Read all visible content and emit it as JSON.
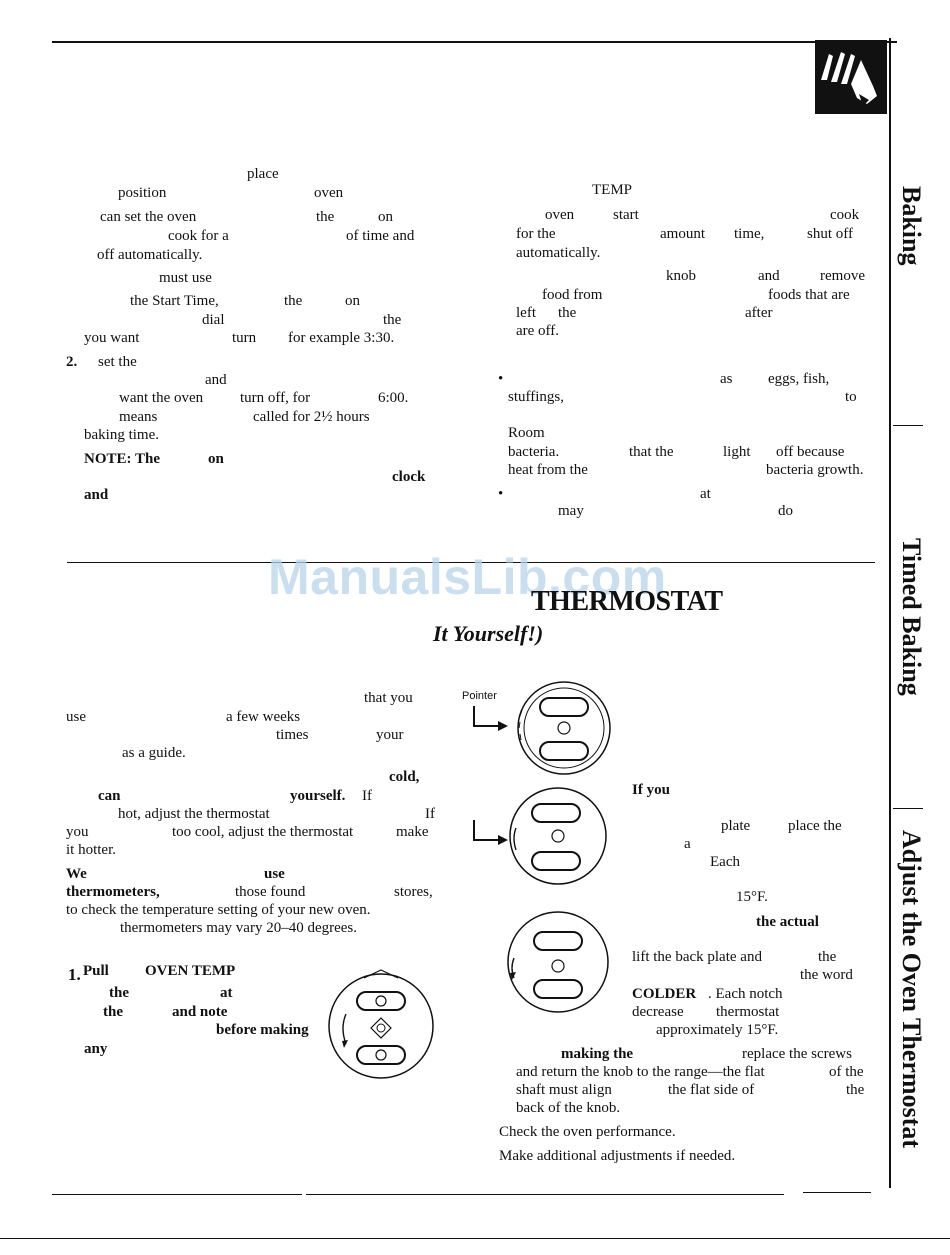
{
  "page": {
    "top_left": [
      "place",
      "position",
      "oven",
      "can set the oven",
      "the",
      "on",
      "cook for a",
      "of time and",
      "off automatically.",
      "must use",
      "the Start Time,",
      "the",
      "on",
      "dial",
      "the",
      "you want",
      "turn",
      "for example 3:30.",
      "set the",
      "and",
      "want the oven",
      "turn off, for",
      "6:00.",
      "means",
      "called for 2½ hours",
      "baking time."
    ],
    "top_left_numbers": {
      "step2": "2."
    },
    "top_left_bold": {
      "note": "NOTE: The",
      "on": "on",
      "clock": "clock",
      "and": "and"
    },
    "top_right": [
      "TEMP",
      "oven",
      "start",
      "cook",
      "for the",
      "amount",
      "time,",
      "shut off",
      "automatically.",
      "knob",
      "and",
      "remove",
      "food from",
      "foods that are",
      "left",
      "the",
      "after",
      "are off.",
      "as",
      "eggs, fish,",
      "stuffings,",
      "to",
      "Room",
      "bacteria.",
      "that the",
      "light",
      "off because",
      "heat from the",
      "bacteria growth.",
      "at",
      "may",
      "do"
    ],
    "bullets": [
      "•",
      "•"
    ],
    "watermark": "ManualsLib.com",
    "section": {
      "title": "THERMOSTAT",
      "subtitle": "It Yourself!)"
    },
    "bottom_left": [
      "that you",
      "use",
      "a few weeks",
      "times",
      "your",
      "as a guide.",
      "cold,",
      "can",
      "yourself.",
      "If",
      "hot, adjust the thermostat",
      "If",
      "you",
      "too cool, adjust the thermostat",
      "make",
      "it hotter.",
      "We",
      "use",
      "thermometers,",
      "those found",
      "stores,",
      "to check the temperature setting of your new oven.",
      "thermometers may vary 20–40 degrees."
    ],
    "step1": {
      "number": "1.",
      "lines": [
        "Pull",
        "OVEN TEMP",
        "the",
        "at",
        "the",
        "and note",
        "before making",
        "any"
      ]
    },
    "pointer_label": "Pointer",
    "bottom_right": [
      "If you",
      "plate",
      "place the",
      "a",
      "Each",
      "15°F.",
      "the actual",
      "lift the back plate and",
      "the",
      "the word",
      "COLDER",
      ". Each notch",
      "decrease",
      "thermostat",
      "approximately 15°F.",
      "making the",
      "replace the screws",
      "and return the knob to the range—the flat",
      "of the",
      "shaft must align",
      "the flat side of",
      "the",
      "back of the knob.",
      "Check the oven performance.",
      "Make additional adjustments if needed."
    ],
    "side_tabs": [
      "Baking",
      "Timed Baking",
      "Adjust the Oven Thermostat"
    ],
    "colors": {
      "ink": "#111111",
      "watermark": "#b7d3ea",
      "paper": "#ffffff"
    },
    "icons": [
      "hand-pointing-icon",
      "knob-diagram",
      "pointer-arrow-icon"
    ]
  }
}
